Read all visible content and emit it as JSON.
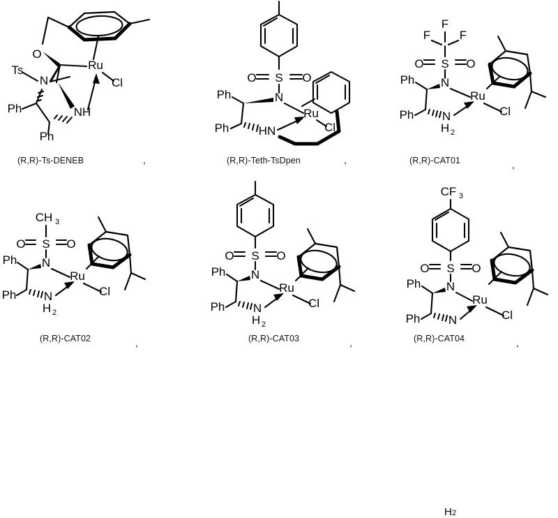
{
  "figure": {
    "type": "chemical-structure-panel",
    "description": "Six chiral ruthenium(II) half-sandwich transfer-hydrogenation catalysts drawn as 2D skeletal structures in two rows of three",
    "background_color": "#ffffff",
    "line_color": "#000000",
    "structure_count": 6,
    "rows": 2,
    "columns": 3
  },
  "structures": [
    {
      "id": "ts-deneb",
      "caption": "(R,R)-Ts-DENEB",
      "trailing_punctuation": ",",
      "row": 1,
      "column": 1,
      "metal": "Ru",
      "ligand_labels": [
        "Ts",
        "O",
        "N",
        "NH",
        "Ph",
        "Ph",
        "Ru",
        "Cl"
      ],
      "arene": "tethered-oxo-tolyl",
      "sulfonyl_group": "Ts",
      "halide": "Cl",
      "tether": "oxygen-ether-methylene",
      "amine_label": "NH"
    },
    {
      "id": "teth-tsdpen",
      "caption": "(R,R)-Teth-TsDpen",
      "trailing_punctuation": ",",
      "row": 1,
      "column": 2,
      "metal": "Ru",
      "ligand_labels": [
        "O",
        "S",
        "O",
        "N",
        "Ph",
        "Ph",
        "HN",
        "Ru",
        "Cl"
      ],
      "arene": "tethered-phenyl",
      "sulfonyl_group": "p-tolylsulfonyl",
      "halide": "Cl",
      "tether": "propylene-chain",
      "amine_label": "HN"
    },
    {
      "id": "cat01",
      "caption": "(R,R)-CAT01",
      "trailing_punctuation": ",",
      "row": 1,
      "column": 3,
      "metal": "Ru",
      "ligand_labels": [
        "F",
        "F",
        "F",
        "O",
        "S",
        "O",
        "N",
        "Ph",
        "Ph",
        "N",
        "H",
        "2",
        "Ru",
        "Cl"
      ],
      "arene": "p-cymene",
      "sulfonyl_group": "trifluoromethanesulfonyl",
      "sulfonyl_substituent": "CF3",
      "halide": "Cl",
      "amine_label": "N",
      "amine_subscript": "H",
      "amine_subscript_count": "2"
    },
    {
      "id": "cat02",
      "caption": "(R,R)-CAT02",
      "trailing_punctuation": ",",
      "row": 2,
      "column": 1,
      "metal": "Ru",
      "ligand_labels": [
        "CH",
        "3",
        "O",
        "S",
        "O",
        "N",
        "Ph",
        "Ph",
        "N",
        "H",
        "2",
        "Ru",
        "Cl"
      ],
      "arene": "p-cymene",
      "sulfonyl_group": "methanesulfonyl",
      "sulfonyl_substituent": "CH3",
      "halide": "Cl",
      "amine_label": "N",
      "amine_subscript_count": "2"
    },
    {
      "id": "cat03",
      "caption": "(R,R)-CAT03",
      "trailing_punctuation": ",",
      "row": 2,
      "column": 2,
      "metal": "Ru",
      "ligand_labels": [
        "O",
        "S",
        "O",
        "N",
        "Ph",
        "Ph",
        "N",
        "H",
        "2",
        "Ru",
        "Cl"
      ],
      "arene": "p-cymene",
      "sulfonyl_group": "p-toluenesulfonyl",
      "sulfonyl_substituent": "p-tolyl",
      "halide": "Cl",
      "amine_label": "N",
      "amine_subscript_count": "2"
    },
    {
      "id": "cat04",
      "caption": "(R,R)-CAT04",
      "trailing_punctuation": ",",
      "row": 2,
      "column": 3,
      "metal": "Ru",
      "ligand_labels": [
        "CF",
        "3",
        "O",
        "S",
        "O",
        "N",
        "Ph",
        "Ph",
        "N",
        "H",
        "2",
        "Ru",
        "Cl"
      ],
      "arene": "p-cymene",
      "sulfonyl_group": "4-(trifluoromethyl)benzenesulfonyl",
      "sulfonyl_substituent": "CF3",
      "halide": "Cl",
      "amine_label": "N",
      "amine_subscript_count": "2"
    }
  ],
  "atom_labels": {
    "ruthenium": "Ru",
    "chlorine": "Cl",
    "nitrogen": "N",
    "nitrogen_h": "NH",
    "nitrogen_h_reversed": "HN",
    "sulfur": "S",
    "oxygen": "O",
    "fluorine": "F",
    "phenyl": "Ph",
    "tosyl": "Ts",
    "methyl": "CH",
    "methyl_sub": "3",
    "trifluoromethyl": "CF",
    "trifluoromethyl_sub": "3",
    "amine_sub": "2",
    "hydrogen": "H"
  },
  "captions": {
    "s1": "(R,R)-Ts-DENEB",
    "s2": "(R,R)-Teth-TsDpen",
    "s3": "(R,R)-CAT01",
    "s4": "(R,R)-CAT02",
    "s5": "(R,R)-CAT03",
    "s6": "(R,R)-CAT04",
    "separator": ","
  }
}
